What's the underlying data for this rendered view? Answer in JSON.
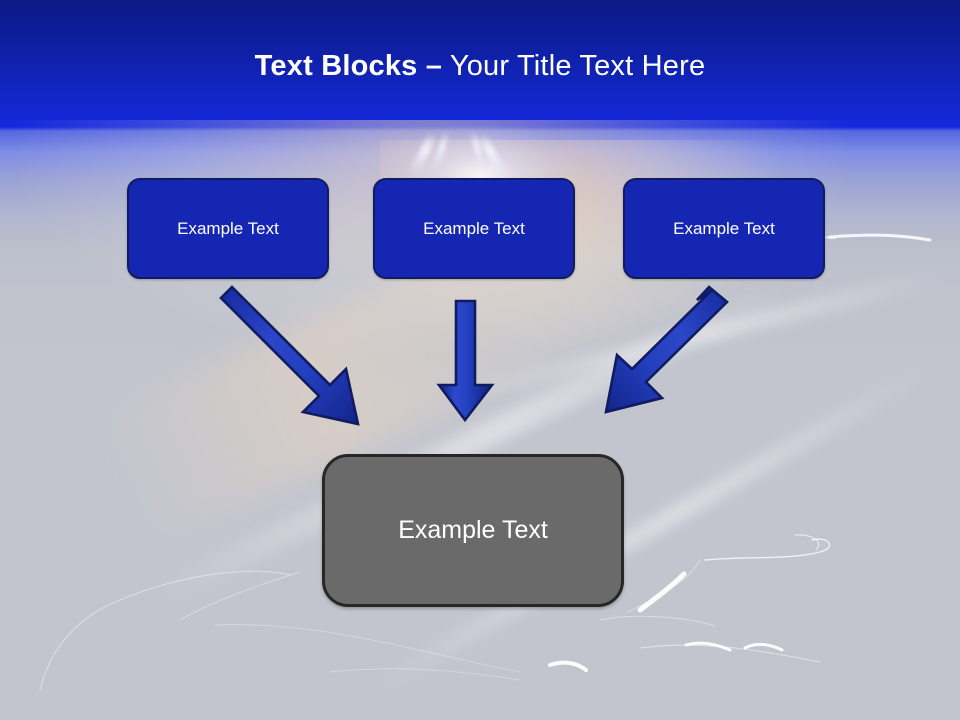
{
  "slide": {
    "title": {
      "strong": "Text Blocks –",
      "light": " Your Title Text Here"
    },
    "top_boxes": [
      {
        "label": "Example Text"
      },
      {
        "label": "Example Text"
      },
      {
        "label": "Example Text"
      }
    ],
    "bottom_box": {
      "label": "Example Text"
    },
    "arrows": [
      {
        "name": "arrow-left-diagonal",
        "direction": "down-right"
      },
      {
        "name": "arrow-middle-vertical",
        "direction": "down"
      },
      {
        "name": "arrow-right-diagonal",
        "direction": "down-left"
      }
    ],
    "colors": {
      "title_band_top": "#0a1a86",
      "title_band_bottom": "#1429dc",
      "box_blue_fill": "#1527b2",
      "box_blue_border": "#101c60",
      "bottom_box_fill": "#6a6a6a",
      "bottom_box_border": "#272727",
      "arrow_fill": "#1d31a6",
      "arrow_border": "#101c60",
      "background_gray": "#c2c5ce",
      "text_white": "#ffffff"
    }
  }
}
